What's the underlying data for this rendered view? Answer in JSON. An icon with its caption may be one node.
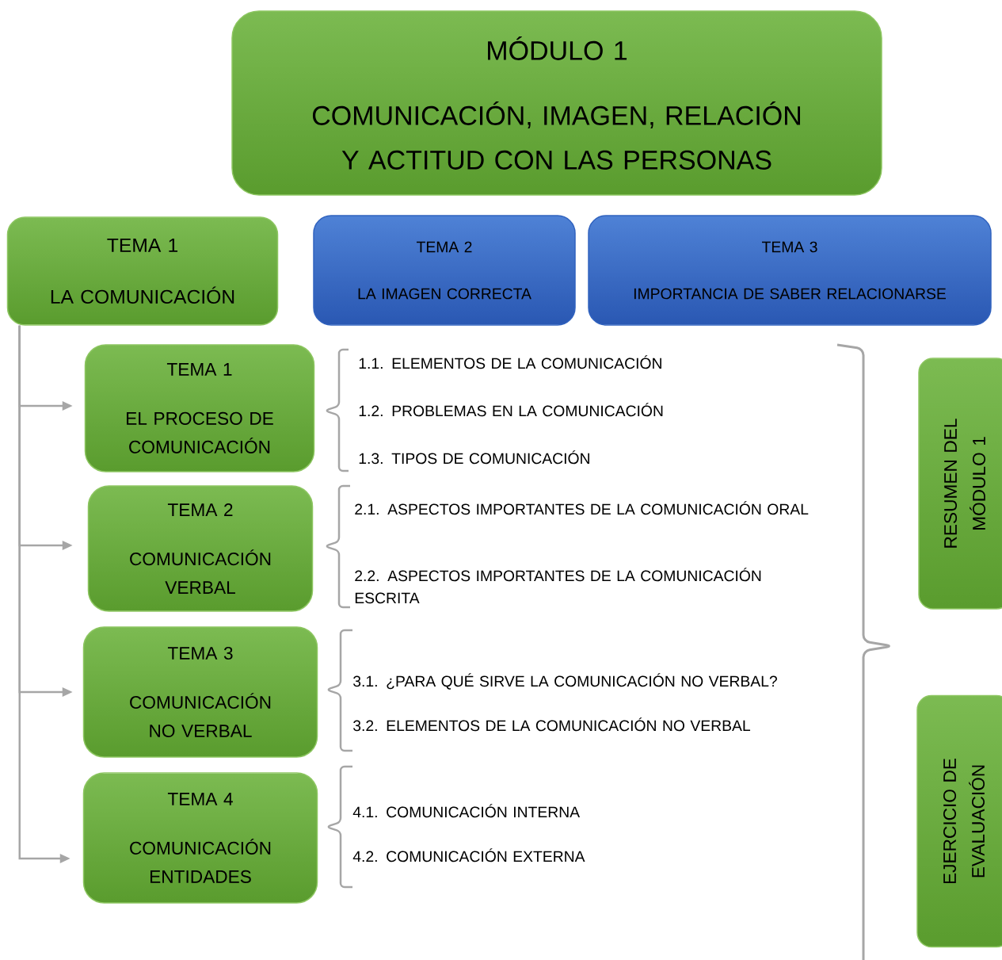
{
  "diagram": {
    "nodes": [
      {
        "text": [
          "MÓDULO 1",
          "COMUNICACIÓN, IMAGEN, RELACIÓN Y ACTITUD CON LAS PERSONAS"
        ]
      },
      {
        "text": [
          "TEMA 1",
          "LA COMUNICACIÓN"
        ]
      },
      {
        "text": [
          "TEMA 2",
          "LA IMAGEN CORRECTA"
        ]
      },
      {
        "text": [
          "TEMA 3",
          "IMPORTANCIA DE SABER RELACIONARSE"
        ]
      },
      {
        "text": [
          "TEMA 1",
          "EL PROCESO DE COMUNICACIÓN"
        ]
      },
      {
        "text": [
          "TEMA 2",
          "COMUNICACIÓN VERBAL"
        ]
      },
      {
        "text": [
          "TEMA 3",
          "COMUNICACIÓN NO VERBAL"
        ]
      },
      {
        "text": [
          "TEMA 4",
          "COMUNICACIÓN ENTIDADES"
        ]
      },
      {
        "text": [
          "RESUMEN DEL MÓDULO 1"
        ]
      },
      {
        "text": [
          "EJERCICIO DE EVALUACIÓN"
        ]
      }
    ],
    "edges": [
      {
        "from": 1,
        "to": 4,
        "arrow": "to"
      },
      {
        "from": 1,
        "to": 5,
        "arrow": "to"
      },
      {
        "from": 1,
        "to": 6,
        "arrow": "to"
      },
      {
        "from": 1,
        "to": 7,
        "arrow": "to"
      }
    ],
    "labels": [
      "1.1. ELEMENTOS DE LA COMUNICACIÓN",
      "1.2. PROBLEMAS EN LA COMUNICACIÓN",
      "1.3. TIPOS DE COMUNICACIÓN",
      "2.1. ASPECTOS IMPORTANTES DE LA COMUNICACIÓN ORAL",
      "2.2. ASPECTOS IMPORTANTES DE LA COMUNICACIÓN ESCRITA",
      "3.1. ¿PARA QUÉ SIRVE LA COMUNICACIÓN NO VERBAL?",
      "3.2. ELEMENTOS DE LA COMUNICACIÓN NO VERBAL",
      "4.1. COMUNICACIÓN INTERNA",
      "4.2. COMUNICACIÓN EXTERNA"
    ]
  }
}
